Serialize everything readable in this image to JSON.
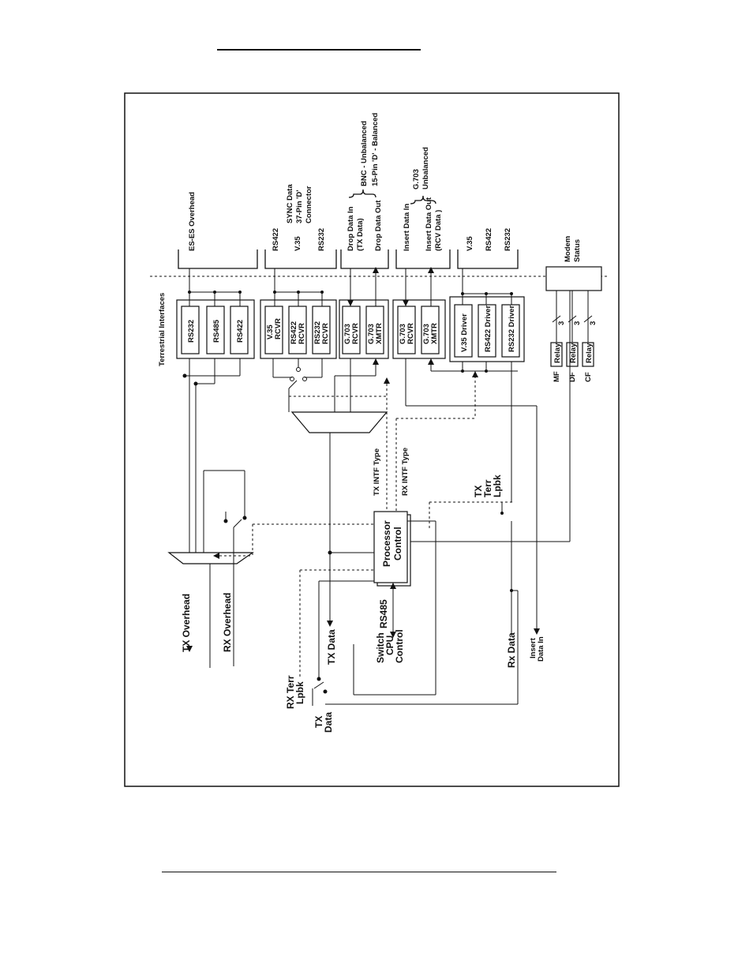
{
  "diagram": {
    "section_title": "Terrestrial Interfaces",
    "groups": {
      "es_overhead": {
        "label": "ES-ES Overhead"
      },
      "sync_data": {
        "label_1": "SYNC Data",
        "label_2": "37-Pin 'D'",
        "label_3": "Connector",
        "rs422": "RS422",
        "v35": "V.35",
        "rs232": "RS232"
      },
      "drop": {
        "drop_in_1": "Drop Data In",
        "drop_in_2": "(TX Data)",
        "drop_out": "Drop Data Out",
        "bnc_1": "BNC - Unbalanced",
        "bnc_2": "15-Pin 'D' - Balanced"
      },
      "insert": {
        "insert_in": "Insert Data In",
        "insert_out_1": "Insert Data Out",
        "insert_out_2": "(RCV Data )",
        "g703_1": "G.703",
        "g703_2": "Unbalanced"
      },
      "modem_group": {
        "v35": "V.35",
        "rs422": "RS422",
        "rs232": "RS232"
      }
    },
    "blocks": {
      "rs232": "RS232",
      "rs485": "RS485",
      "rs422": "RS422",
      "v35_rcvr_1": "V.35",
      "v35_rcvr_2": "RCVR",
      "rs422_rcvr_1": "RS422",
      "rs422_rcvr_2": "RCVR",
      "rs232_rcvr_1": "RS232",
      "rs232_rcvr_2": "RCVR",
      "g703_rcvr_a_1": "G.703",
      "g703_rcvr_a_2": "RCVR",
      "g703_xmtr_a_1": "G.703",
      "g703_xmtr_a_2": "XMTR",
      "g703_rcvr_b_1": "G.703",
      "g703_rcvr_b_2": "RCVR",
      "g703_xmtr_b_1": "G.703",
      "g703_xmtr_b_2": "XMTR",
      "v35_driver": "V.35 Driver",
      "rs422_driver": "RS422 Driver",
      "rs232_driver": "RS232 Driver",
      "processor_1": "Processor",
      "processor_2": "Control",
      "relay": "Relay",
      "modem_status_1": "Modem",
      "modem_status_2": "Status"
    },
    "relays": {
      "mf": "MF",
      "df": "DF",
      "cf": "CF",
      "bus_width": "3"
    },
    "signals": {
      "tx_intf": "TX INTF Type",
      "rx_intf": "RX INTF Type",
      "tx_terr_1": "TX",
      "tx_terr_2": "Terr",
      "tx_terr_3": "Lpbk",
      "tx_overhead": "TX Overhead",
      "rx_overhead": "RX Overhead",
      "tx_data": "TX Data",
      "rs485_bus": "RS485",
      "switch_1": "Switch",
      "switch_2": "CPU",
      "switch_3": "Control",
      "rx_data": "Rx Data",
      "insert_data_in_1": "Insert",
      "insert_data_in_2": "Data In",
      "rx_terr_1": "RX Terr",
      "rx_terr_2": "Lpbk",
      "tx_data2_1": "TX",
      "tx_data2_2": "Data"
    }
  }
}
